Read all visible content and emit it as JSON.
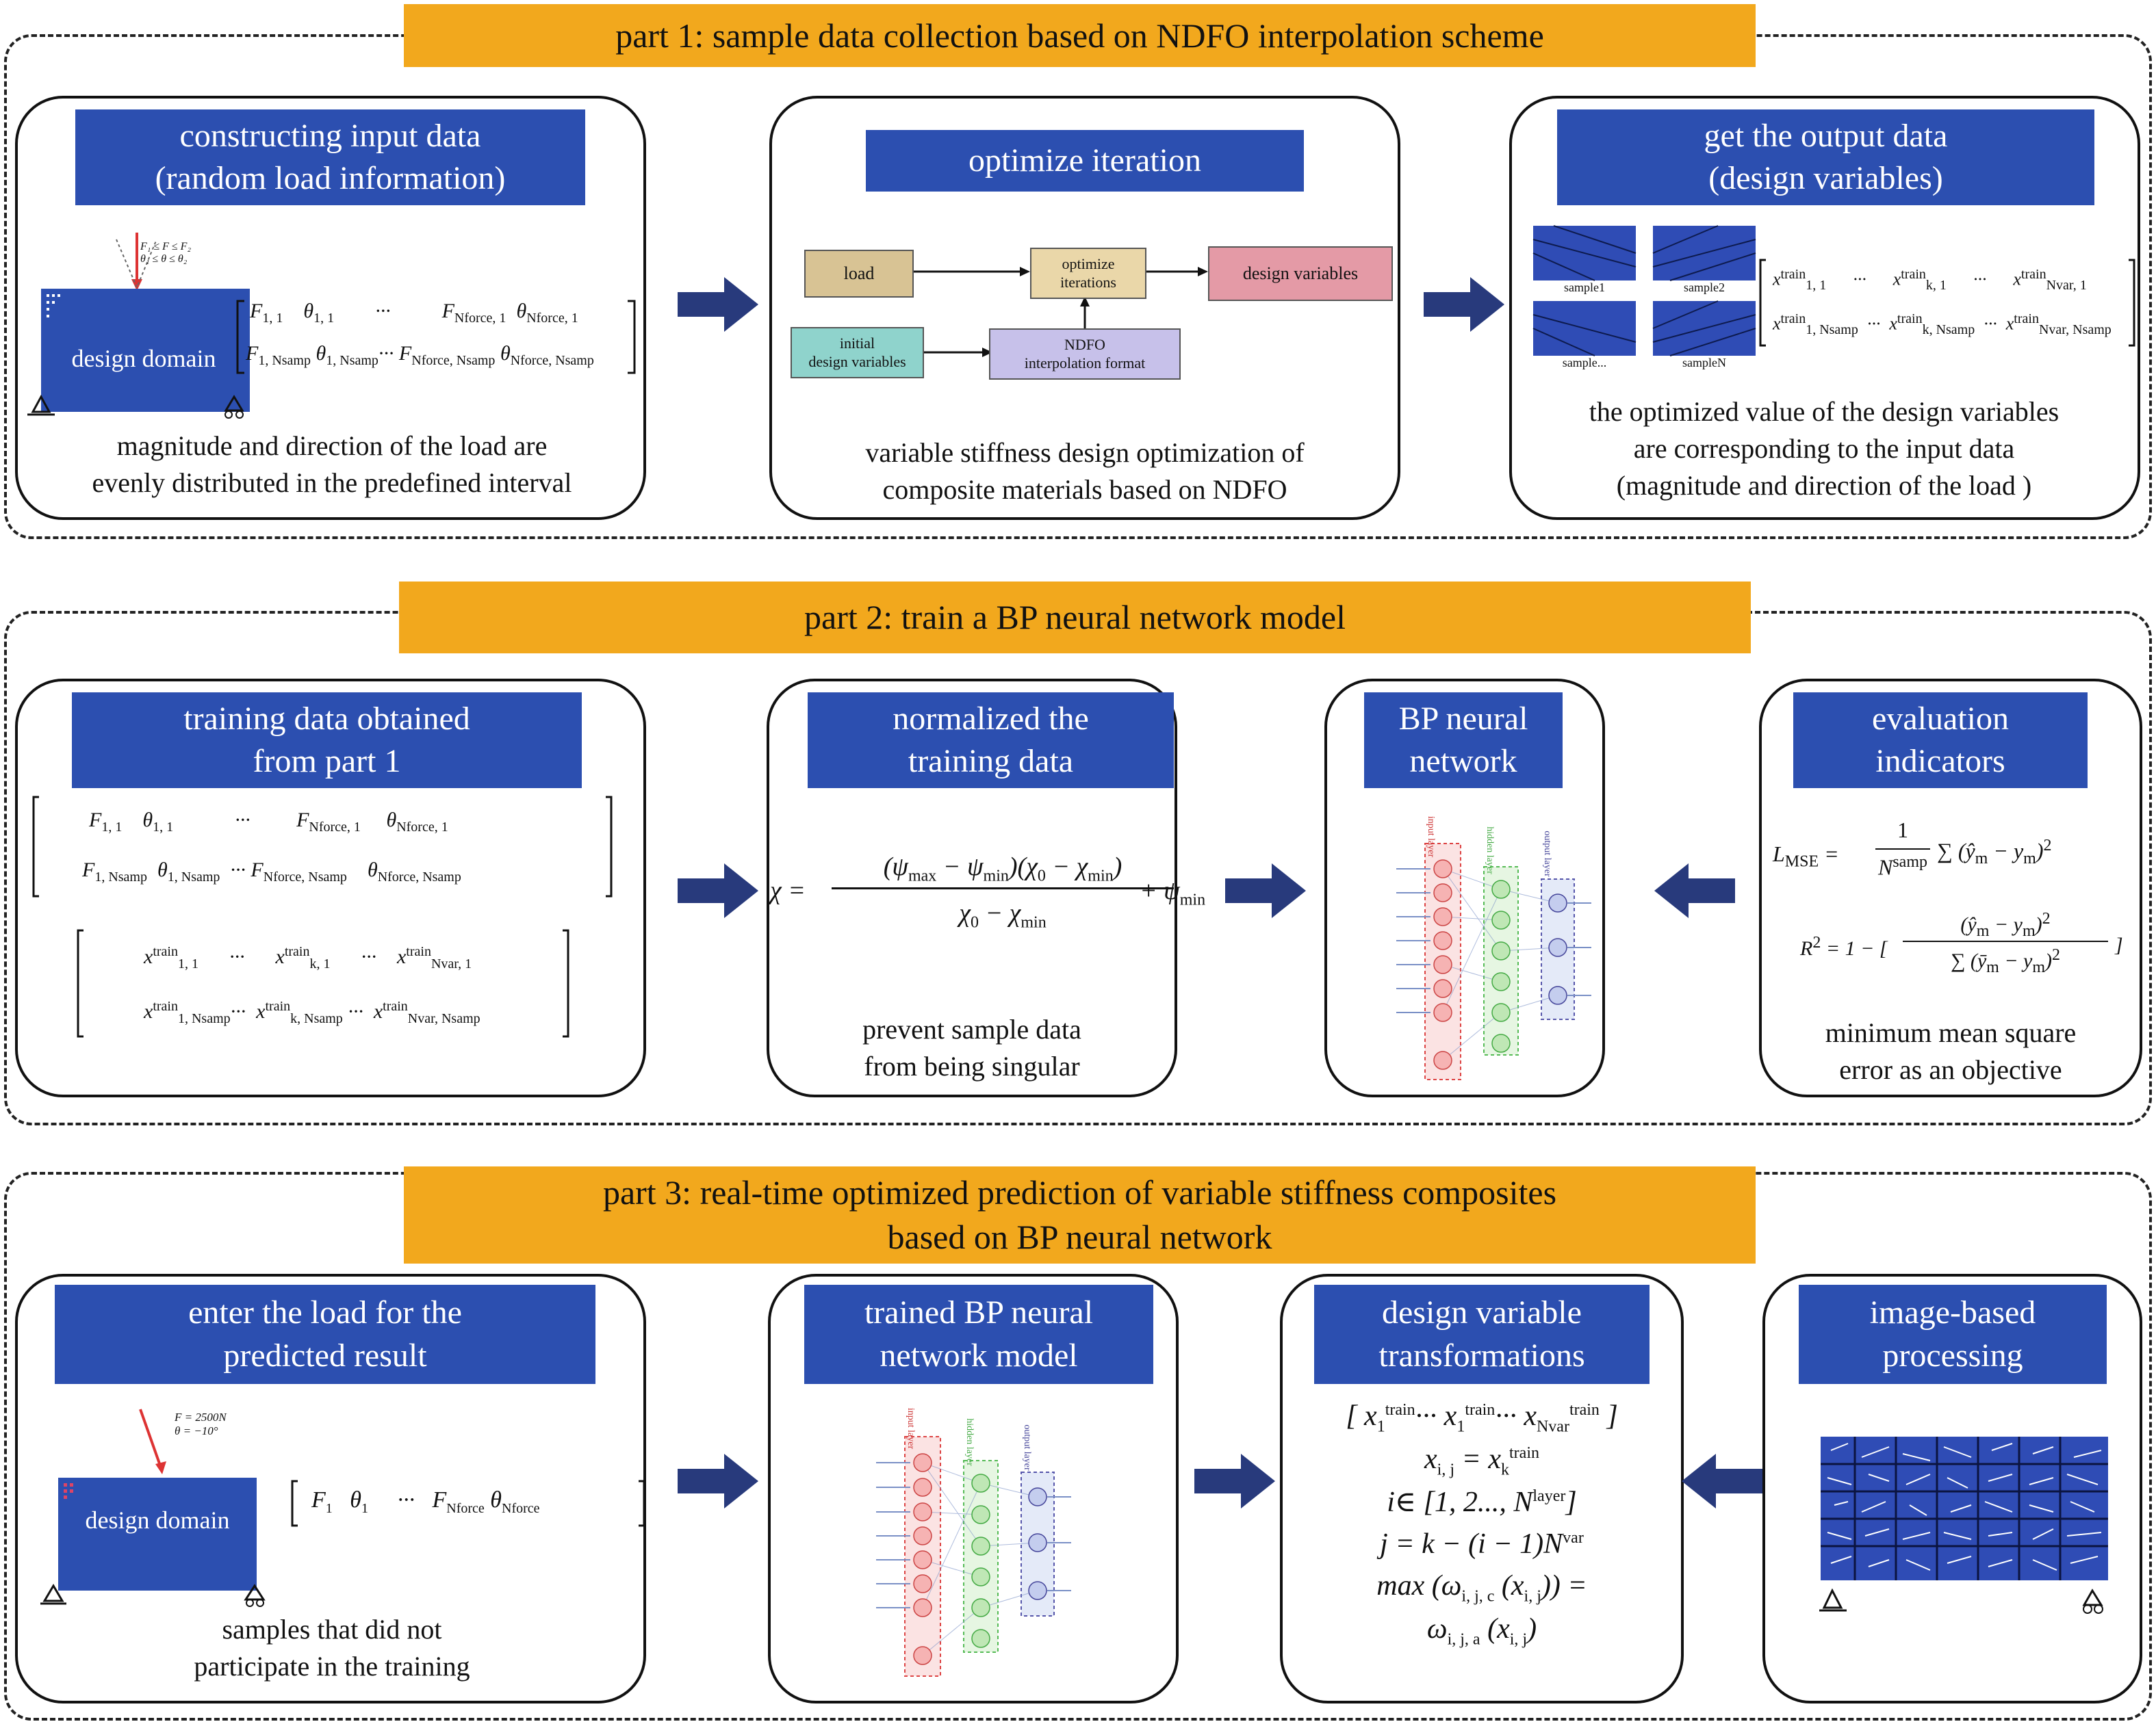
{
  "colors": {
    "title_bar": "#f2a81d",
    "header": "#2c4fb0",
    "arrow": "#283a7c",
    "fibre": "#2f4cb5"
  },
  "part1": {
    "title": "part 1: sample data collection based on NDFO interpolation scheme",
    "box1": {
      "header": "constructing   input  data\n(random load information)",
      "domain_label": "design domain",
      "load_note": "F₁ ≤ F ≤ F₂\nθ₁ ≤ θ ≤ θ₂",
      "caption": "magnitude and direction of the load are\nevenly distributed in the predefined interval"
    },
    "box2": {
      "header": "optimize iteration",
      "flow": {
        "load": "load",
        "initial": "initial\ndesign variables",
        "optimize": "optimize\niterations",
        "ndfo": "NDFO\ninterpolation format",
        "design": "design variables"
      },
      "caption": "variable stiffness design optimization of\ncomposite materials based on NDFO"
    },
    "box3": {
      "header": "get the output data\n(design variables)",
      "samples": [
        "sample1",
        "sample2",
        "sample...",
        "sampleN"
      ],
      "caption": "the optimized value of the design variables\nare corresponding to the input data\n(magnitude and direction of the load )"
    }
  },
  "part2": {
    "title": "part 2: train a BP neural network model",
    "box1": {
      "header": "training data obtained\nfrom part 1"
    },
    "box2": {
      "header": "normalized the\ntraining data",
      "caption": "prevent sample data\nfrom being singular"
    },
    "box3": {
      "header": "BP neural\nnetwork",
      "layers": [
        "input layer",
        "hidden layer",
        "output layer"
      ]
    },
    "box4": {
      "header": "evaluation\nindicators",
      "caption": "minimum mean square\nerror as an objective"
    }
  },
  "part3": {
    "title": "part 3: real-time optimized prediction of variable stiffness composites\nbased on BP neural network",
    "box1": {
      "header": "enter the load for the\npredicted result",
      "domain_label": "design domain",
      "load_note": "F = 2500N\nθ = −10°",
      "caption": "samples that did not\nparticipate in the training"
    },
    "box2": {
      "header": "trained BP neural\nnetwork model",
      "layers": [
        "input layer",
        "hidden layer",
        "output layer"
      ]
    },
    "box3": {
      "header": "design variable\ntransformations"
    },
    "box4": {
      "header": "image-based\nprocessing"
    }
  }
}
